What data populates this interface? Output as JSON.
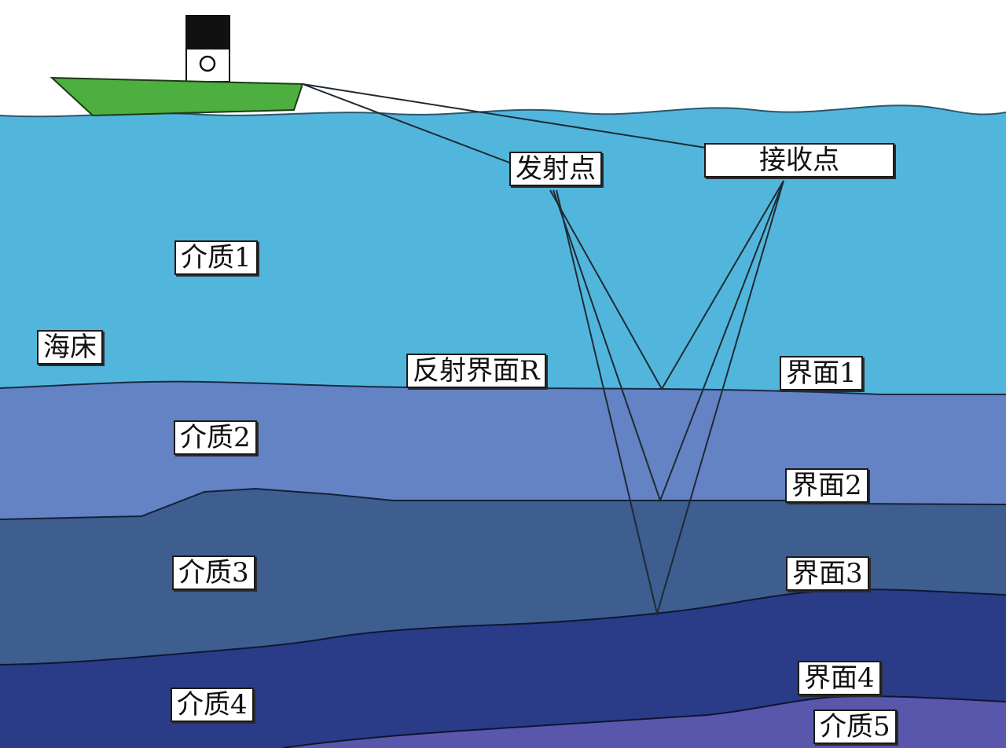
{
  "labels": {
    "emission_point": "发射点",
    "receiving_point": "接收点",
    "seabed": "海床",
    "reflection_interface": "反射界面R",
    "medium1": "介质1",
    "medium2": "介质2",
    "medium3": "介质3",
    "medium4": "介质4",
    "medium5": "介质5",
    "interface1": "界面1",
    "interface2": "界面2",
    "interface3": "界面3",
    "interface4": "界面4"
  },
  "colors": {
    "sky": "#ffffff",
    "medium1": "#52b6dc",
    "medium2": "#6483c4",
    "medium3": "#3e5e8f",
    "medium4": "#2a3c88",
    "medium5": "#5857ac",
    "ship_hull": "#4caf3f",
    "ship_cabin": "#ffffff",
    "ship_funnel": "#111111",
    "ray": "#1e2a33"
  }
}
